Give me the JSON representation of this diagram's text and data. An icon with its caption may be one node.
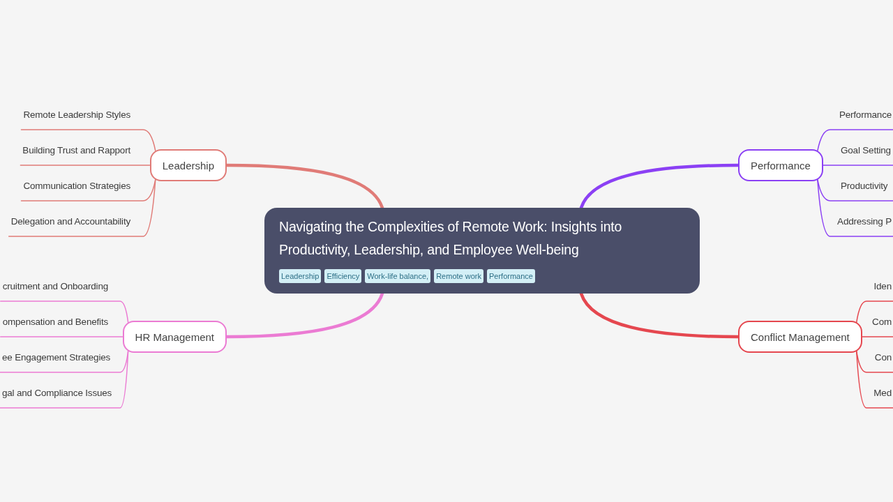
{
  "diagram": {
    "nodes": [
      {
        "text": [
          "Navigating the Complexities of Remote Work: Insights into Productivity, Leadership, and Employee Well-being"
        ]
      },
      {
        "text": [
          "Leadership"
        ],
        "in": 0
      },
      {
        "text": [
          "Efficiency"
        ],
        "in": 0
      },
      {
        "text": [
          "Work-life balance,"
        ],
        "in": 0
      },
      {
        "text": [
          "Remote work"
        ],
        "in": 0
      },
      {
        "text": [
          "Performance"
        ],
        "in": 0
      },
      {
        "text": [
          "Leadership"
        ]
      },
      {
        "text": [
          "Remote Leadership Styles"
        ]
      },
      {
        "text": [
          "Building Trust and Rapport"
        ]
      },
      {
        "text": [
          "Communication Strategies"
        ]
      },
      {
        "text": [
          "Delegation and Accountability"
        ]
      },
      {
        "text": [
          "Performance"
        ]
      },
      {
        "text": [
          "Performance"
        ]
      },
      {
        "text": [
          "Goal Setting"
        ]
      },
      {
        "text": [
          "Productivity"
        ]
      },
      {
        "text": [
          "Addressing P"
        ]
      },
      {
        "text": [
          "HR Management"
        ]
      },
      {
        "text": [
          "cruitment and Onboarding"
        ]
      },
      {
        "text": [
          "ompensation and Benefits"
        ]
      },
      {
        "text": [
          "ee Engagement Strategies"
        ]
      },
      {
        "text": [
          "gal and Compliance Issues"
        ]
      },
      {
        "text": [
          "Conflict Management"
        ]
      },
      {
        "text": [
          "Iden"
        ]
      },
      {
        "text": [
          "Com"
        ]
      },
      {
        "text": [
          "Con"
        ]
      },
      {
        "text": [
          "Med"
        ]
      }
    ],
    "edges": [
      {
        "from": 0,
        "to": 6,
        "arrow": "none",
        "style": "thick",
        "color": "#e07b77"
      },
      {
        "from": 6,
        "to": 7,
        "arrow": "none",
        "color": "#e07b77"
      },
      {
        "from": 6,
        "to": 8,
        "arrow": "none",
        "color": "#e07b77"
      },
      {
        "from": 6,
        "to": 9,
        "arrow": "none",
        "color": "#e07b77"
      },
      {
        "from": 6,
        "to": 10,
        "arrow": "none",
        "color": "#e07b77"
      },
      {
        "from": 0,
        "to": 11,
        "arrow": "none",
        "style": "thick",
        "color": "#8b40f4"
      },
      {
        "from": 11,
        "to": 12,
        "arrow": "none",
        "color": "#8b40f4"
      },
      {
        "from": 11,
        "to": 13,
        "arrow": "none",
        "color": "#8b40f4"
      },
      {
        "from": 11,
        "to": 14,
        "arrow": "none",
        "color": "#8b40f4"
      },
      {
        "from": 11,
        "to": 15,
        "arrow": "none",
        "color": "#8b40f4"
      },
      {
        "from": 0,
        "to": 16,
        "arrow": "none",
        "style": "thick",
        "color": "#eb7bd3"
      },
      {
        "from": 16,
        "to": 17,
        "arrow": "none",
        "color": "#eb7bd3"
      },
      {
        "from": 16,
        "to": 18,
        "arrow": "none",
        "color": "#eb7bd3"
      },
      {
        "from": 16,
        "to": 19,
        "arrow": "none",
        "color": "#eb7bd3"
      },
      {
        "from": 16,
        "to": 20,
        "arrow": "none",
        "color": "#eb7bd3"
      },
      {
        "from": 0,
        "to": 21,
        "arrow": "none",
        "style": "thick",
        "color": "#e5474f"
      },
      {
        "from": 21,
        "to": 22,
        "arrow": "none",
        "color": "#e5474f"
      },
      {
        "from": 21,
        "to": 23,
        "arrow": "none",
        "color": "#e5474f"
      },
      {
        "from": 21,
        "to": 24,
        "arrow": "none",
        "color": "#e5474f"
      },
      {
        "from": 21,
        "to": 25,
        "arrow": "none",
        "color": "#e5474f"
      }
    ]
  }
}
